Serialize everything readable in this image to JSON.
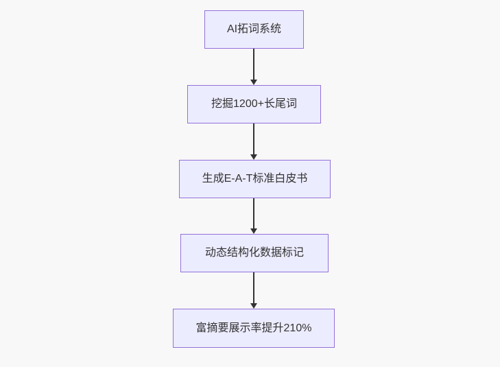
{
  "diagram": {
    "type": "flowchart",
    "direction": "top-to-bottom",
    "nodes": [
      {
        "id": "step-1",
        "label": "AI拓词系统"
      },
      {
        "id": "step-2",
        "label": "挖掘1200+长尾词"
      },
      {
        "id": "step-3",
        "label": "生成E-A-T标准白皮书"
      },
      {
        "id": "step-4",
        "label": "动态结构化数据标记"
      },
      {
        "id": "step-5",
        "label": "富摘要展示率提升210%"
      }
    ],
    "edges": [
      {
        "from": "step-1",
        "to": "step-2"
      },
      {
        "from": "step-2",
        "to": "step-3"
      },
      {
        "from": "step-3",
        "to": "step-4"
      },
      {
        "from": "step-4",
        "to": "step-5"
      }
    ],
    "colors": {
      "node_fill": "#ECECFF",
      "node_border": "#9370DB",
      "node_text": "#333333",
      "arrow": "#333333",
      "background": "#F8F8F8"
    }
  }
}
